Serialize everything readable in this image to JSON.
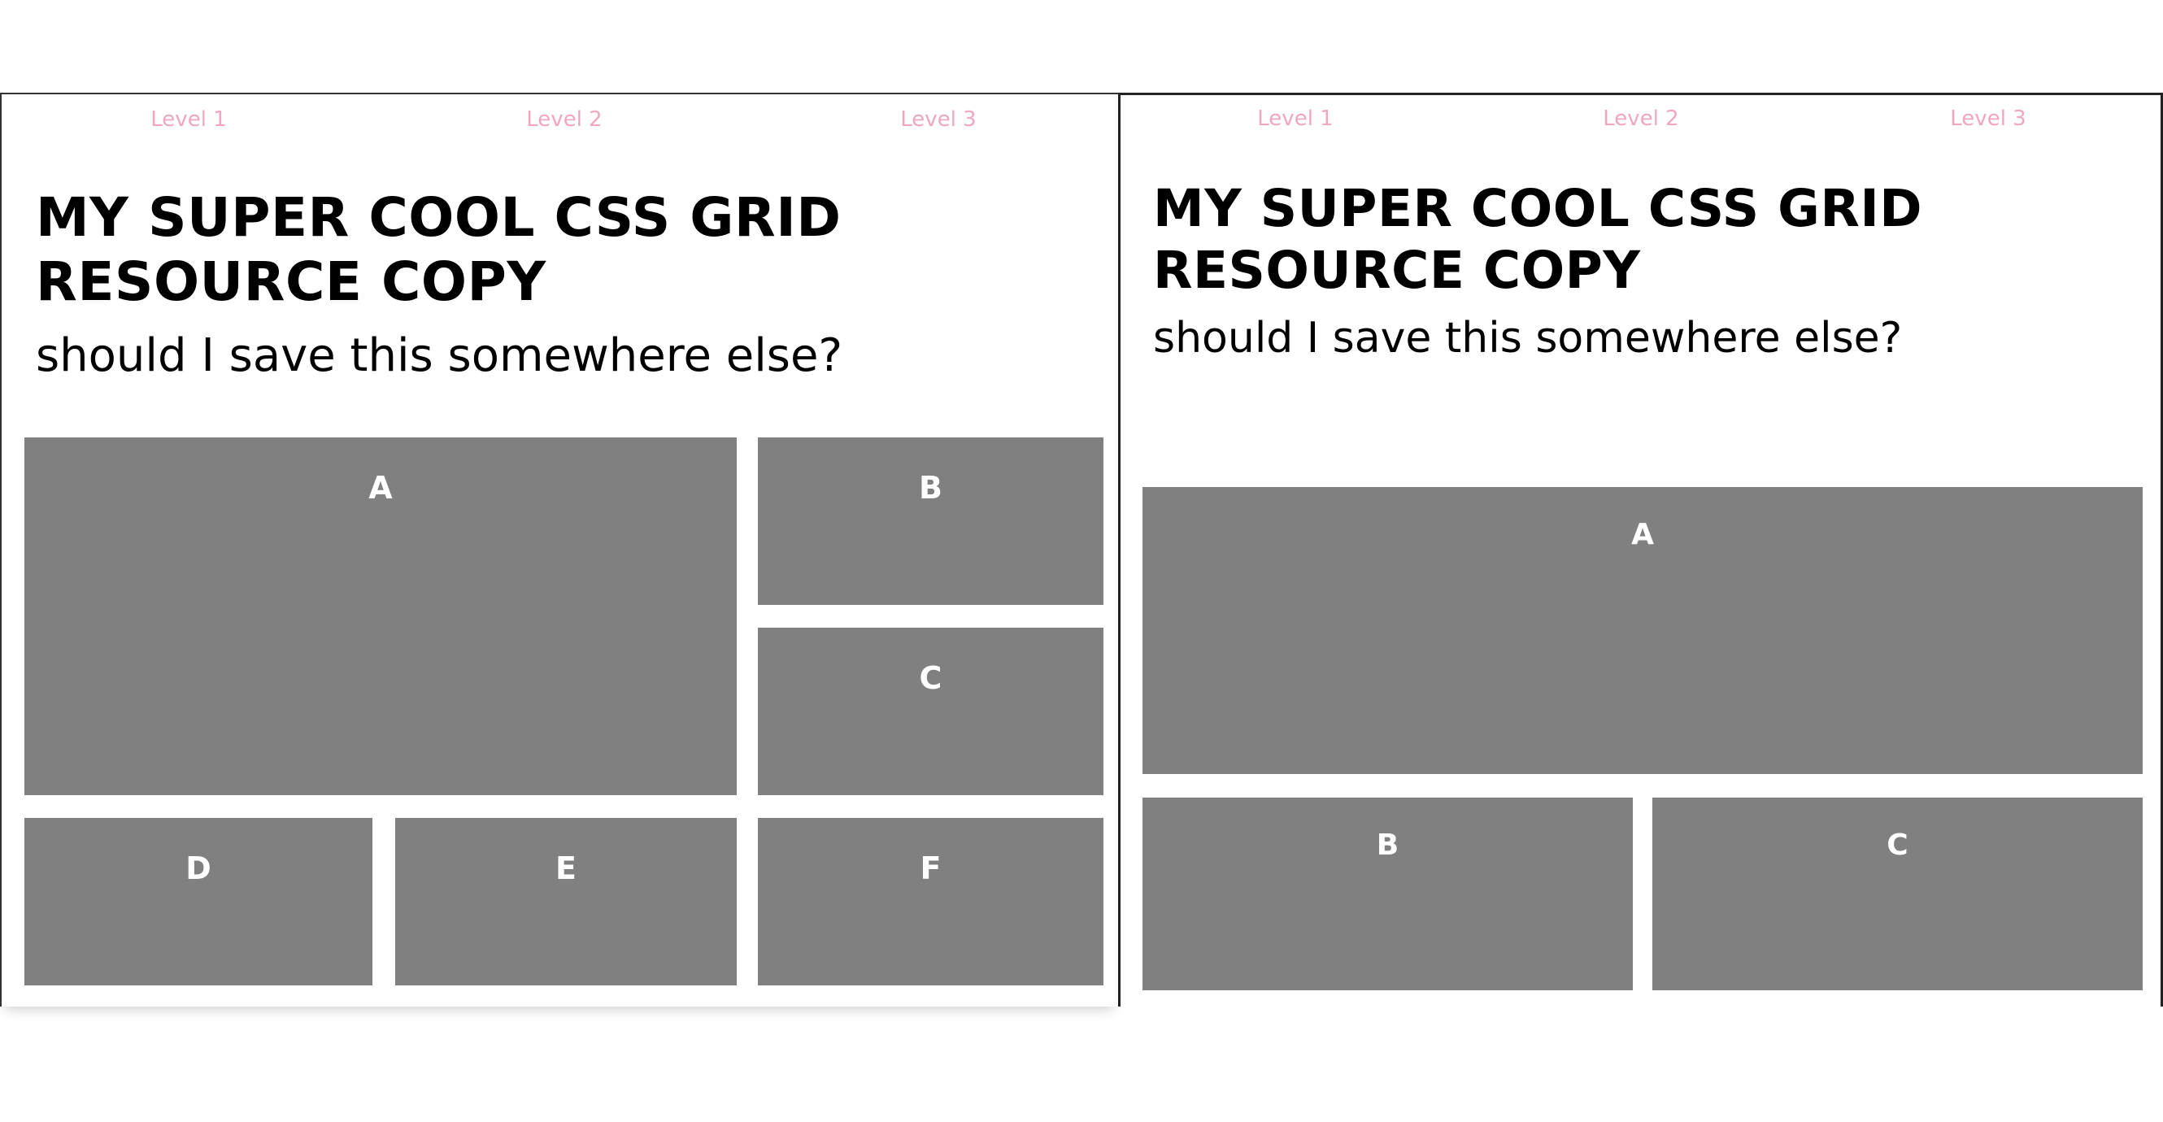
{
  "left_view": {
    "nav": [
      "Level 1",
      "Level 2",
      "Level 3"
    ],
    "title": "MY SUPER COOL CSS GRID RESOURCE COPY",
    "subtitle": "should I save this somewhere else?",
    "boxes": [
      "A",
      "B",
      "C",
      "D",
      "E",
      "F"
    ]
  },
  "right_view": {
    "nav": [
      "Level 1",
      "Level 2",
      "Level 3"
    ],
    "title": "MY SUPER COOL CSS GRID RESOURCE COPY",
    "subtitle": "should I save this somewhere else?",
    "boxes": [
      "A",
      "B",
      "C"
    ]
  },
  "colors": {
    "box_background": "#808080",
    "nav_link": "#f0a6c2",
    "text": "#000000"
  }
}
